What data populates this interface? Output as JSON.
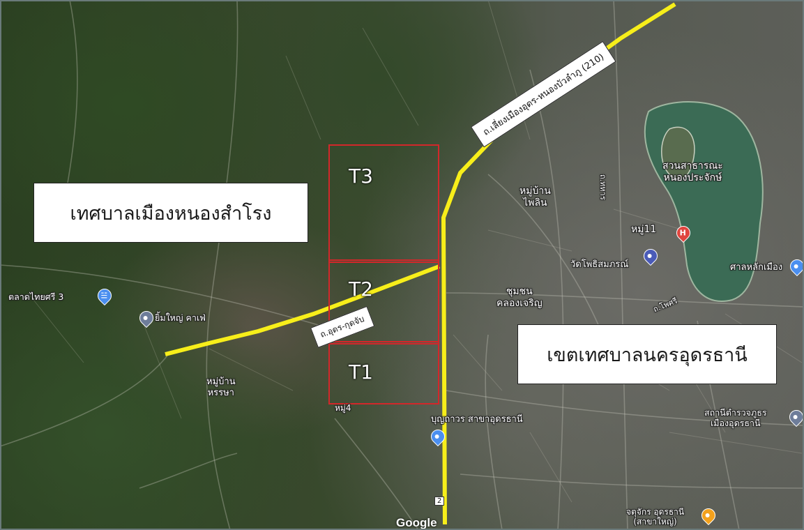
{
  "labels": {
    "municipality_west": "เทศบาลเมืองหนองสำโรง",
    "municipality_east": "เขตเทศบาลนครอุดรธานี"
  },
  "roads": {
    "ring_road": "ถ.เลี่ยงเมืองอุดร-หนองบัวลำภู (210)",
    "kot_jap_road": "ถ.อุดร-กุดจับ",
    "route_shield": "2"
  },
  "zones": [
    {
      "id": "T3",
      "label": "T3"
    },
    {
      "id": "T2",
      "label": "T2"
    },
    {
      "id": "T1",
      "label": "T1"
    }
  ],
  "pois": {
    "park": "สวนสาธารณะ\nหนองประจักษ์",
    "village_phailin": "หมู่บ้าน\nไพลิน",
    "moo11": "หมู่11",
    "wat_photisomphon": "วัดโพธิสมภรณ์",
    "city_pillar": "ศาลหลักเมือง",
    "community_khlong": "ชุมชน\nคลองเจริญ",
    "market": "ตลาดไทยศรี 3",
    "cafe": "ยิ้มใหญ่ คาเฟ่",
    "village_harasaya": "หมู่บ้าน\nหรรษา",
    "moo4": "หมู่4",
    "bunthavorn": "บุญถาวร สาขาอุดรธานี",
    "police": "สถานีตำรวจภูธร\nเมืองอุดรธานี",
    "market_night": "จตุจักร อุดรธานี\n(สาขาใหญ่)",
    "street_phosri": "ถ.โพศรี",
    "street_vertical": "ถ.ทหาร"
  },
  "brand": {
    "google": "Google"
  },
  "colors": {
    "road_highlight": "#f7ee1a",
    "zone_outline": "#d3272a",
    "water": "#3b6b55",
    "hospital_pin": "#e0453e",
    "poi_pin_blue": "#4b8ff0",
    "food_pin": "#f3a11c"
  },
  "icons": {
    "hospital": "hospital-pin-icon",
    "shop": "shopping-cart-pin-icon",
    "cafe": "location-pin-icon",
    "temple": "temple-pin-icon",
    "police": "police-pin-icon",
    "food": "restaurant-pin-icon"
  }
}
